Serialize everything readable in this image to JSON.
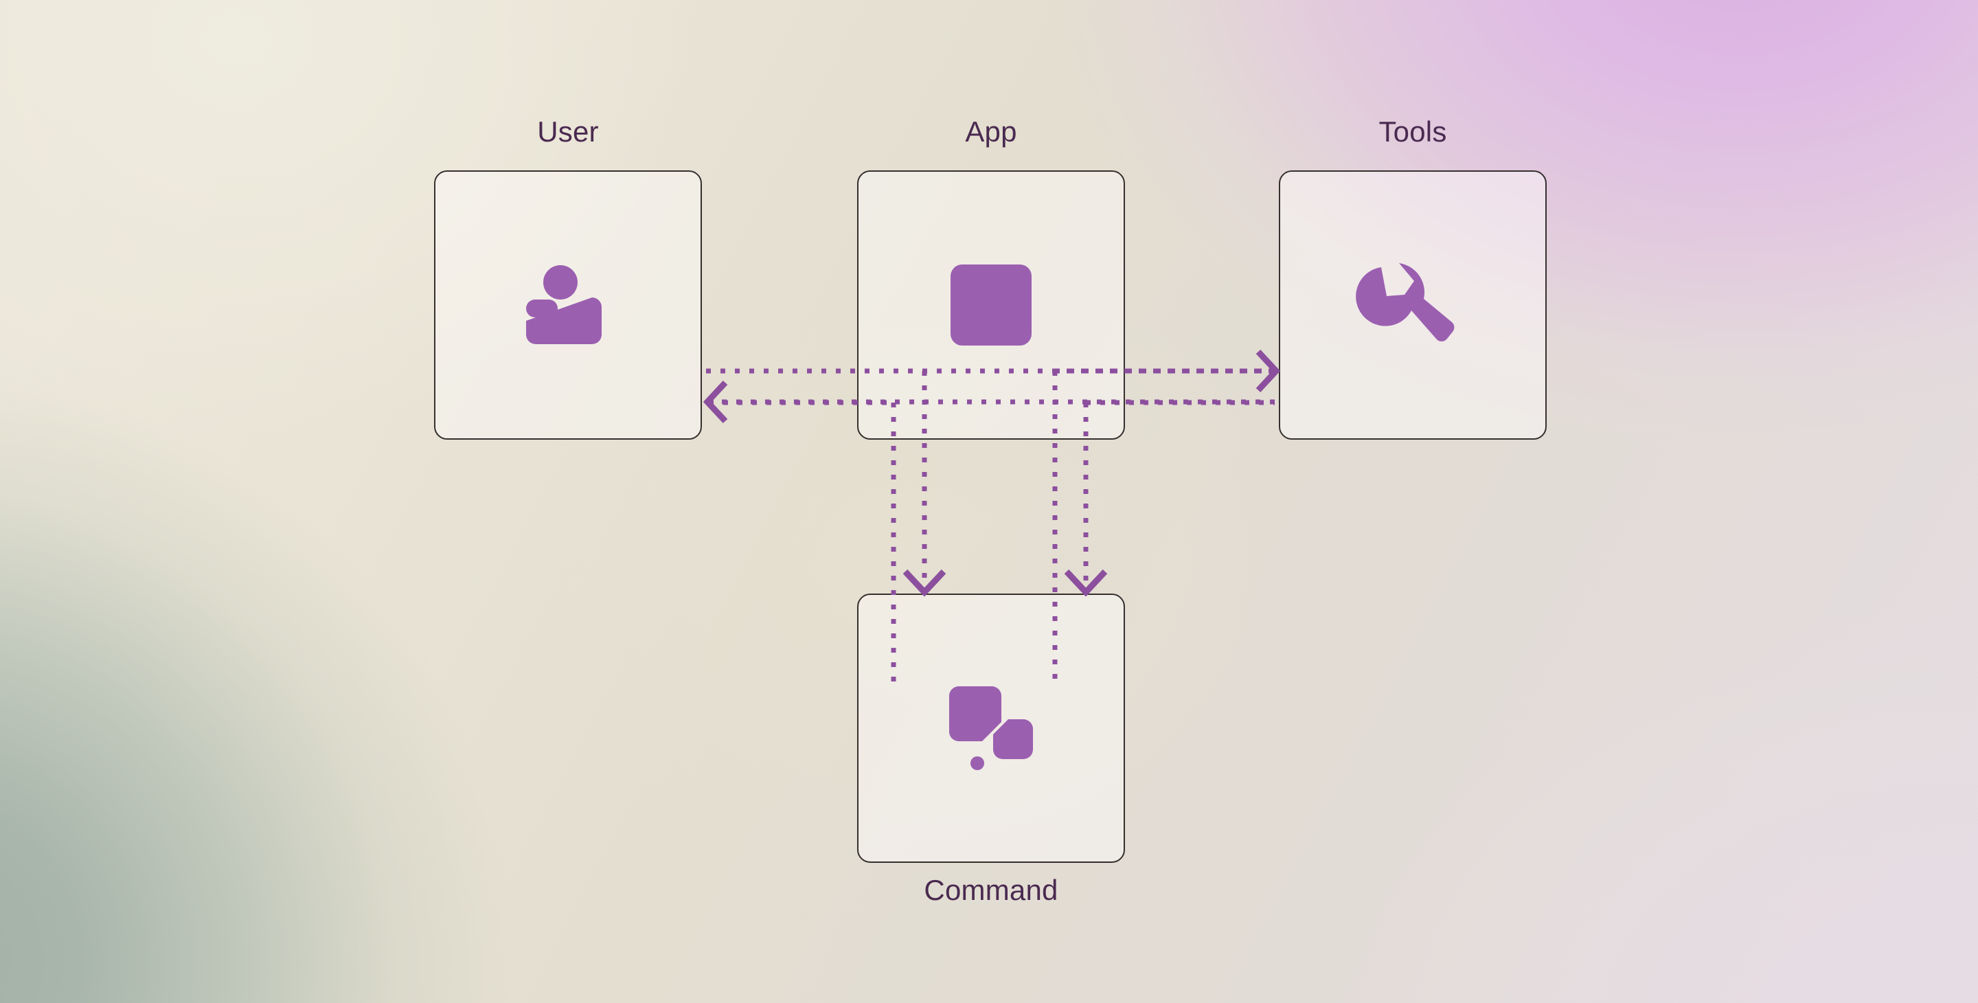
{
  "diagram": {
    "title": "App / User / Tools / Command interaction diagram",
    "type": "flow-diagram",
    "accent_color": "#9b5fb0",
    "label_color": "#4a2a50",
    "border_color": "#35302e",
    "background": {
      "top_left": "#ece8dc",
      "top_right": "#dfbce4",
      "bottom_left": "#a6b3ab",
      "bottom_right": "#e5dbe2"
    }
  },
  "nodes": [
    {
      "id": "user",
      "label": "User",
      "icon": "person-icon",
      "label_position": "above"
    },
    {
      "id": "app",
      "label": "App",
      "icon": "rounded-square-icon",
      "label_position": "above"
    },
    {
      "id": "tools",
      "label": "Tools",
      "icon": "wrench-icon",
      "label_position": "above"
    },
    {
      "id": "command",
      "label": "Command",
      "icon": "blocks-icon",
      "label_position": "below"
    }
  ],
  "connections": [
    {
      "id": "user-to-tools",
      "from": "user",
      "to": "tools",
      "style": "dotted",
      "direction": "right"
    },
    {
      "id": "tools-to-user",
      "from": "tools",
      "to": "user",
      "style": "dotted",
      "direction": "left"
    },
    {
      "id": "app-to-command",
      "from": "app",
      "to": "command",
      "style": "dotted",
      "direction": "down"
    },
    {
      "id": "command-to-app",
      "from": "command",
      "to": "app",
      "style": "dotted",
      "direction": "down"
    }
  ]
}
